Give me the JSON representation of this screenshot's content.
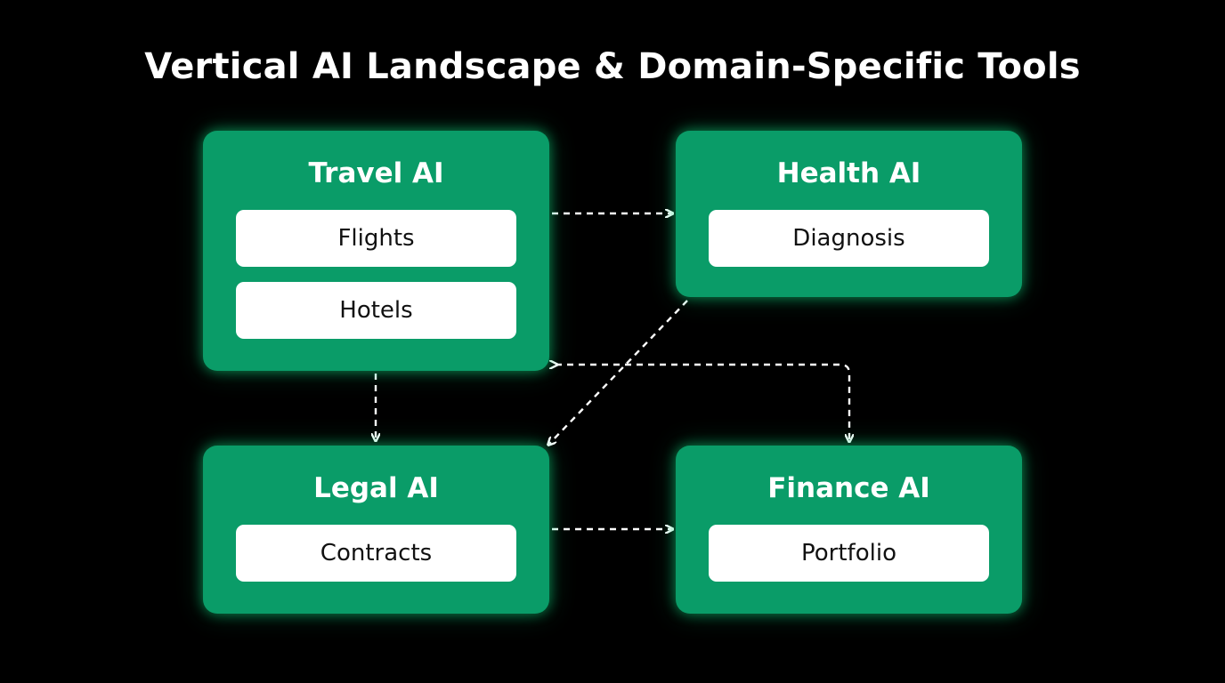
{
  "title": "Vertical AI Landscape & Domain-Specific Tools",
  "colors": {
    "background": "#000000",
    "panel": "#0a9c68",
    "glow": "#12dc82",
    "item": "#ffffff",
    "arrow": "#ffffff"
  },
  "panels": {
    "travel": {
      "title": "Travel AI",
      "items": [
        "Flights",
        "Hotels"
      ]
    },
    "health": {
      "title": "Health AI",
      "items": [
        "Diagnosis"
      ]
    },
    "legal": {
      "title": "Legal AI",
      "items": [
        "Contracts"
      ]
    },
    "finance": {
      "title": "Finance AI",
      "items": [
        "Portfolio"
      ]
    }
  },
  "edges": [
    {
      "from": "travel",
      "to": "health",
      "style": "dashed",
      "direction": "forward"
    },
    {
      "from": "travel",
      "to": "legal",
      "style": "dashed",
      "direction": "forward"
    },
    {
      "from": "health",
      "to": "legal",
      "style": "dashed",
      "direction": "forward"
    },
    {
      "from": "finance",
      "to": "travel",
      "style": "dashed",
      "direction": "both"
    },
    {
      "from": "legal",
      "to": "finance",
      "style": "dashed",
      "direction": "forward"
    }
  ]
}
